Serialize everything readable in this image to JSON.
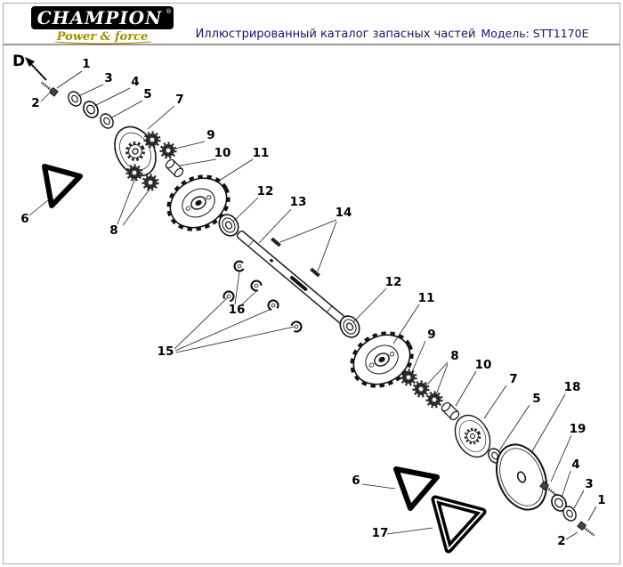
{
  "header": {
    "brand": "CHAMPION",
    "brand_reg": "®",
    "tagline": "Power & force",
    "catalog_title": "Иллюстрированный каталог запасных частей",
    "model": "Модель: STT1170E"
  },
  "diagram": {
    "view_label": "D",
    "callouts": [
      "1",
      "2",
      "3",
      "4",
      "5",
      "7",
      "6",
      "9",
      "10",
      "11",
      "8",
      "12",
      "13",
      "14",
      "16",
      "15",
      "12",
      "11",
      "9",
      "8",
      "10",
      "7",
      "5",
      "18",
      "19",
      "4",
      "3",
      "1",
      "2",
      "6",
      "17"
    ]
  }
}
